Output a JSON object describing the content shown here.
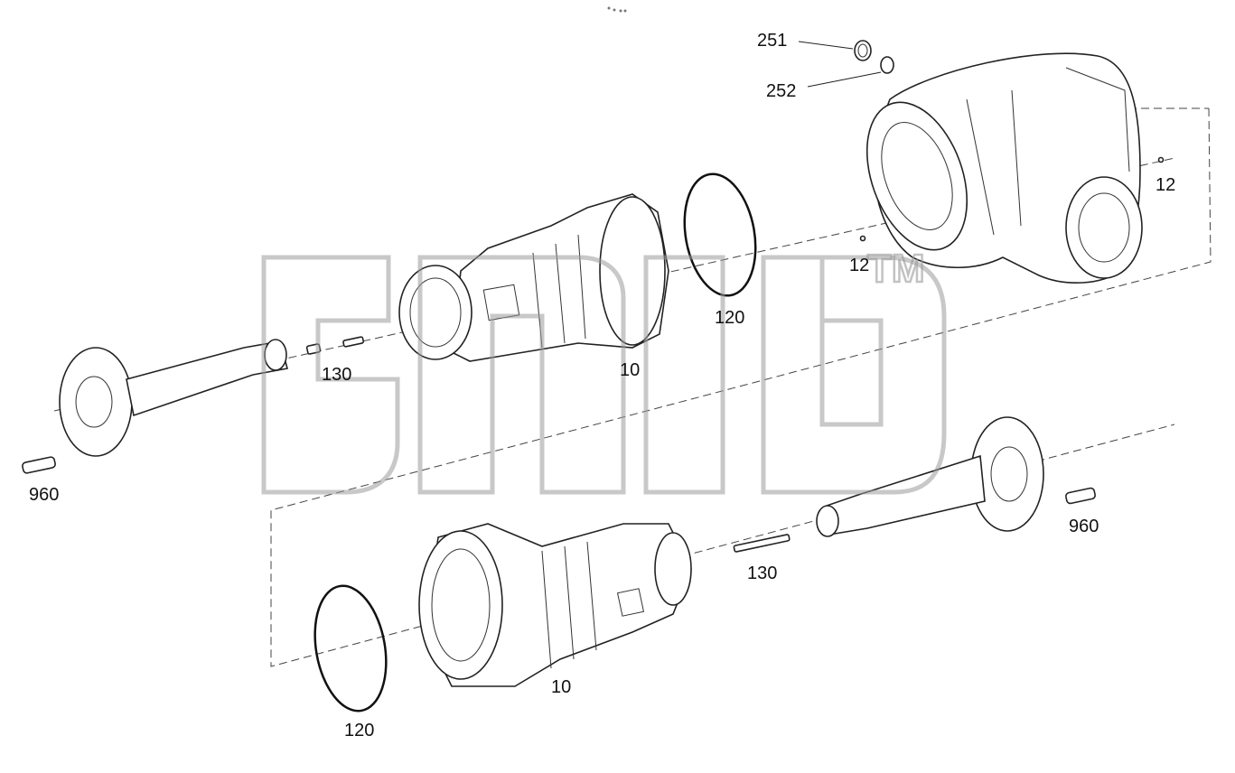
{
  "diagram": {
    "labels": {
      "part_251": "251",
      "part_252": "252",
      "part_12_right": "12",
      "part_12_left": "12",
      "part_120_top": "120",
      "part_130_top": "130",
      "part_10_top": "10",
      "part_960_left": "960",
      "part_960_right": "960",
      "part_130_bottom": "130",
      "part_10_bottom": "10",
      "part_120_bottom": "120"
    },
    "watermark": {
      "trademark": "TM"
    }
  }
}
